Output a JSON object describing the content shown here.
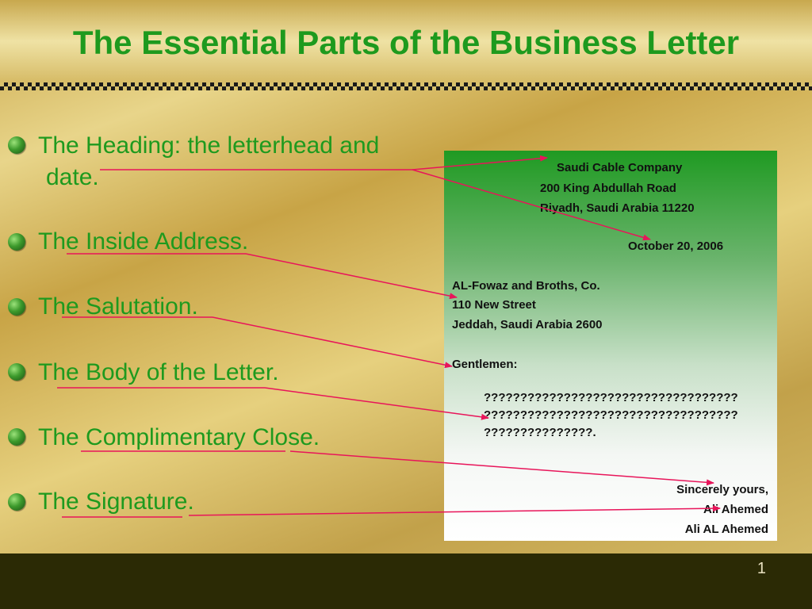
{
  "title": "The Essential Parts of the Business Letter",
  "bullets": [
    {
      "line1": "The Heading: the letterhead and",
      "line2": "date."
    },
    {
      "line1": "The Inside Address."
    },
    {
      "line1": "The Salutation."
    },
    {
      "line1": "The Body of the Letter."
    },
    {
      "line1": "The Complimentary Close."
    },
    {
      "line1": "The Signature."
    }
  ],
  "letter": {
    "company": "Saudi Cable Company",
    "street": "200 King Abdullah Road",
    "city": "Riyadh, Saudi Arabia 11220",
    "date": "October 20, 2006",
    "inside_name": "AL-Fowaz and Broths, Co.",
    "inside_street": "110 New Street",
    "inside_city": "Jeddah, Saudi Arabia 2600",
    "salutation": "Gentlemen:",
    "body1": "???????????????????????????????????",
    "body2": "???????????????????????????????????",
    "body3": "???????????????.",
    "close": "Sincerely yours,",
    "sig1": "Ali Ahemed",
    "sig2": "Ali AL Ahemed"
  },
  "page_number": "1",
  "colors": {
    "accent_green": "#1e9a1e",
    "arrow": "#e8155a",
    "footer": "#2b2a05"
  }
}
